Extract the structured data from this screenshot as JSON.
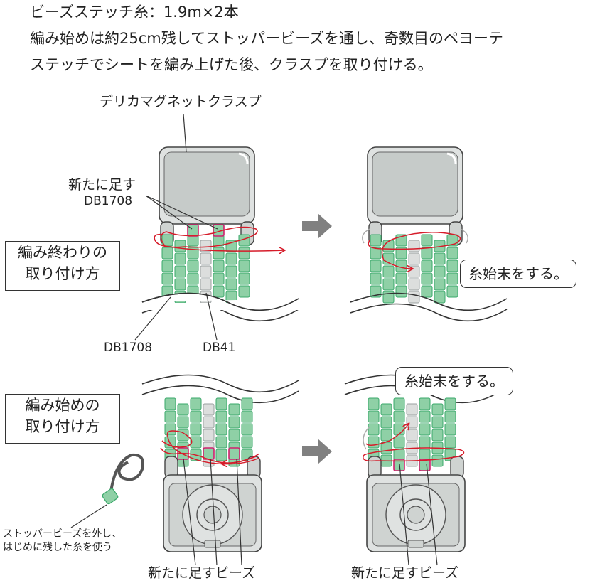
{
  "instructions": {
    "line1": "ビーズステッチ糸：1.9m×2本",
    "line2": "編み始めは約25cm残してストッパービーズを通し、奇数目のペヨーテ",
    "line3": "ステッチでシートを編み上げた後、クラスプを取り付ける。"
  },
  "labels": {
    "clasp": "デリカマグネットクラスプ",
    "add_new": "新たに足す",
    "db1708_top": "DB1708",
    "db1708_bottom": "DB1708",
    "db41": "DB41",
    "stopper_line1": "ストッパービーズを外し、",
    "stopper_line2": "はじめに残した糸を使う",
    "add_beads_left": "新たに足すビーズ",
    "add_beads_right": "新たに足すビーズ"
  },
  "sections": {
    "end_line1": "編み終わりの",
    "end_line2": "取り付け方",
    "start_line1": "編み始めの",
    "start_line2": "取り付け方"
  },
  "callouts": {
    "finish_top": "糸始末をする。",
    "finish_bottom": "糸始末をする。"
  },
  "colors": {
    "bead_green": "#8fd0a6",
    "bead_green_border": "#3aa86a",
    "bead_gray": "#dcdedd",
    "bead_gray_border": "#9aa0a0",
    "new_bead_border": "#d0206e",
    "thread_red": "#d61c2a",
    "clasp_gray": "#cfd3d1",
    "arrow_gray": "#808080"
  }
}
